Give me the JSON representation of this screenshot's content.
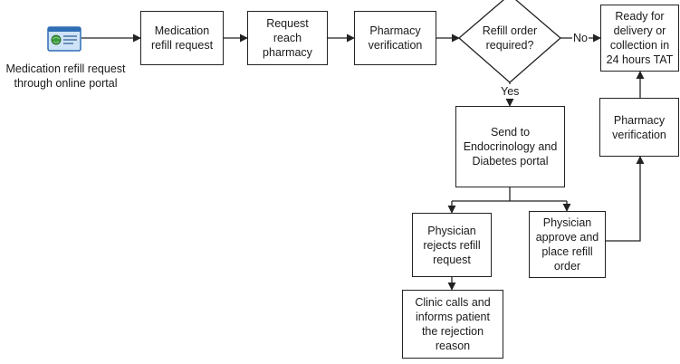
{
  "source": {
    "label": "Medication refill request\nthrough online portal",
    "icon": "web-portal-icon"
  },
  "nodes": {
    "medication_refill_request": "Medication\nrefill request",
    "request_reach_pharmacy": "Request\nreach\npharmacy",
    "pharmacy_verification_1": "Pharmacy\nverification",
    "refill_order_required": "Refill order\nrequired?",
    "ready_for_delivery": "Ready for\ndelivery or\ncollection in\n24 hours TAT",
    "pharmacy_verification_2": "Pharmacy\nverification",
    "send_to_portal": "Send to\nEndocrinology and\nDiabetes portal",
    "physician_rejects": "Physician\nrejects refill\nrequest",
    "physician_approves": "Physician\napprove and\nplace refill\norder",
    "clinic_calls": "Clinic  calls and\ninforms patient\nthe rejection\nreason"
  },
  "edge_labels": {
    "no": "No",
    "yes": "Yes"
  },
  "colors": {
    "line": "#222222",
    "icon_blue": "#2f6db5",
    "icon_light": "#cfe3f7",
    "icon_green": "#3a9a3a"
  }
}
